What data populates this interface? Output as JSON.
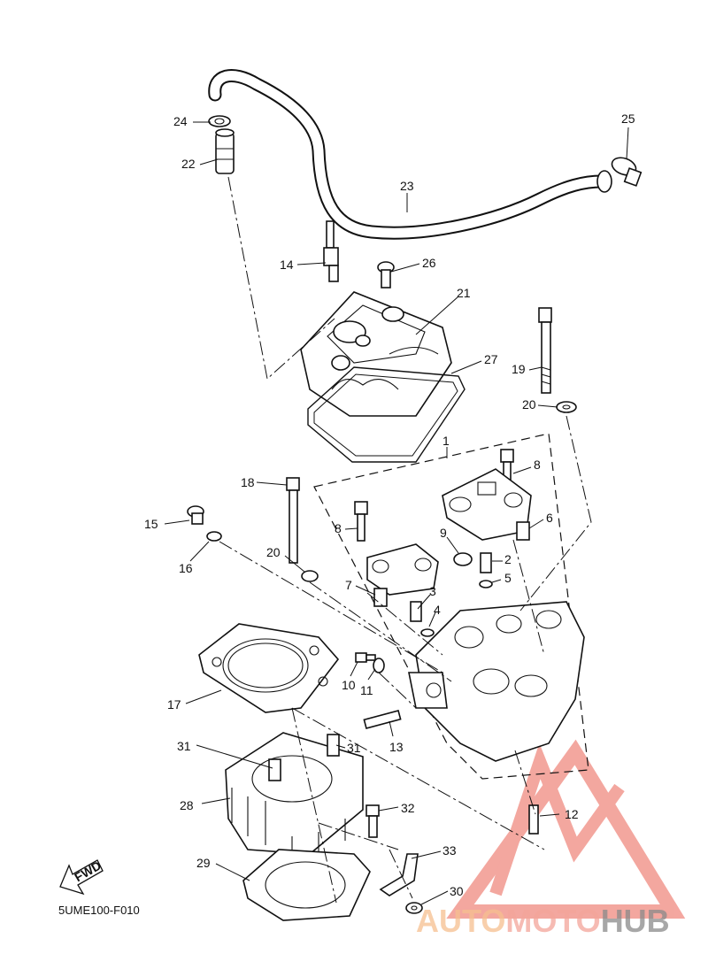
{
  "diagram": {
    "part_numbers": {
      "n1": "1",
      "n2": "2",
      "n3": "3",
      "n4": "4",
      "n5": "5",
      "n6": "6",
      "n7": "7",
      "n8a": "8",
      "n8b": "8",
      "n9": "9",
      "n10": "10",
      "n11": "11",
      "n12": "12",
      "n13": "13",
      "n14": "14",
      "n15": "15",
      "n16": "16",
      "n17": "17",
      "n18": "18",
      "n19": "19",
      "n20a": "20",
      "n20b": "20",
      "n21": "21",
      "n22": "22",
      "n23": "23",
      "n24": "24",
      "n25": "25",
      "n26": "26",
      "n27": "27",
      "n28": "28",
      "n29": "29",
      "n30": "30",
      "n31a": "31",
      "n31b": "31",
      "n32": "32",
      "n33": "33"
    },
    "fwd_label": "FWD",
    "figure_code": "5UME100-F010"
  },
  "watermark": {
    "part1": "AUTO",
    "part2": "MOTO",
    "part3": "HUB",
    "colors": {
      "triangle": "#f08a80",
      "auto": "#f6c08f",
      "moto": "#f4a59a",
      "hub": "#8a8a8a"
    }
  },
  "line_color": "#111111"
}
